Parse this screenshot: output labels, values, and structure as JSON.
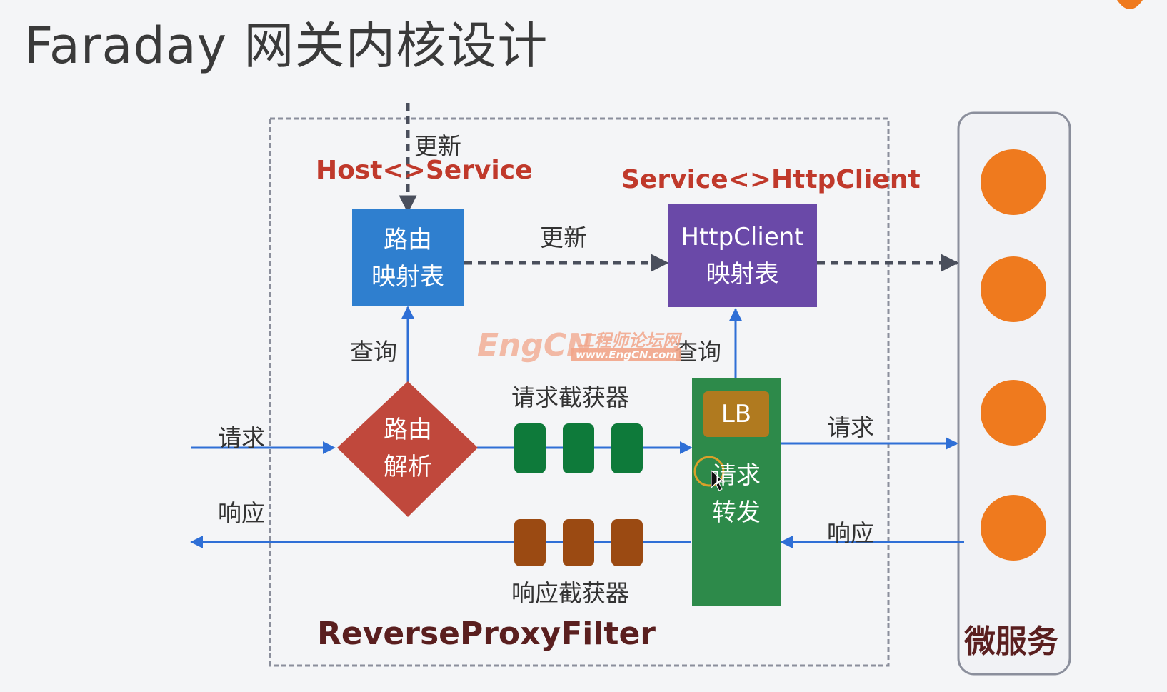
{
  "title": "Faraday 网关内核设计",
  "labels": {
    "update_top": "更新",
    "host_service": "Host<>Service",
    "service_httpclient": "Service<>HttpClient",
    "update_mid": "更新",
    "query_left": "查询",
    "query_right": "查询",
    "request_interceptor": "请求截获器",
    "response_interceptor": "响应截获器",
    "request_in": "请求",
    "response_out": "响应",
    "request_out": "请求",
    "response_in": "响应",
    "footer": "ReverseProxyFilter",
    "microservice": "微服务"
  },
  "boxes": {
    "route_table": [
      "路由",
      "映射表"
    ],
    "httpclient_table": [
      "HttpClient",
      "映射表"
    ],
    "route_parse": [
      "路由",
      "解析"
    ],
    "lb": "LB",
    "forward": [
      "请求",
      "转发"
    ]
  },
  "watermark": {
    "brand": "EngCN",
    "cn": "工程师论坛网",
    "url": "www.EngCN.com"
  },
  "colors": {
    "route_table": "#2f7fcf",
    "httpclient_table": "#6a49a8",
    "route_parse": "#c0483c",
    "forward": "#2d8a4a",
    "lb": "#b07a1f",
    "request_interceptor": "#0e7a3a",
    "response_interceptor": "#9b4a12",
    "microservice_node": "#ef7a1e",
    "flow_arrow": "#2f6fd6",
    "dashed_arrow": "#4a4f5c",
    "highlight": "#c0392b"
  }
}
